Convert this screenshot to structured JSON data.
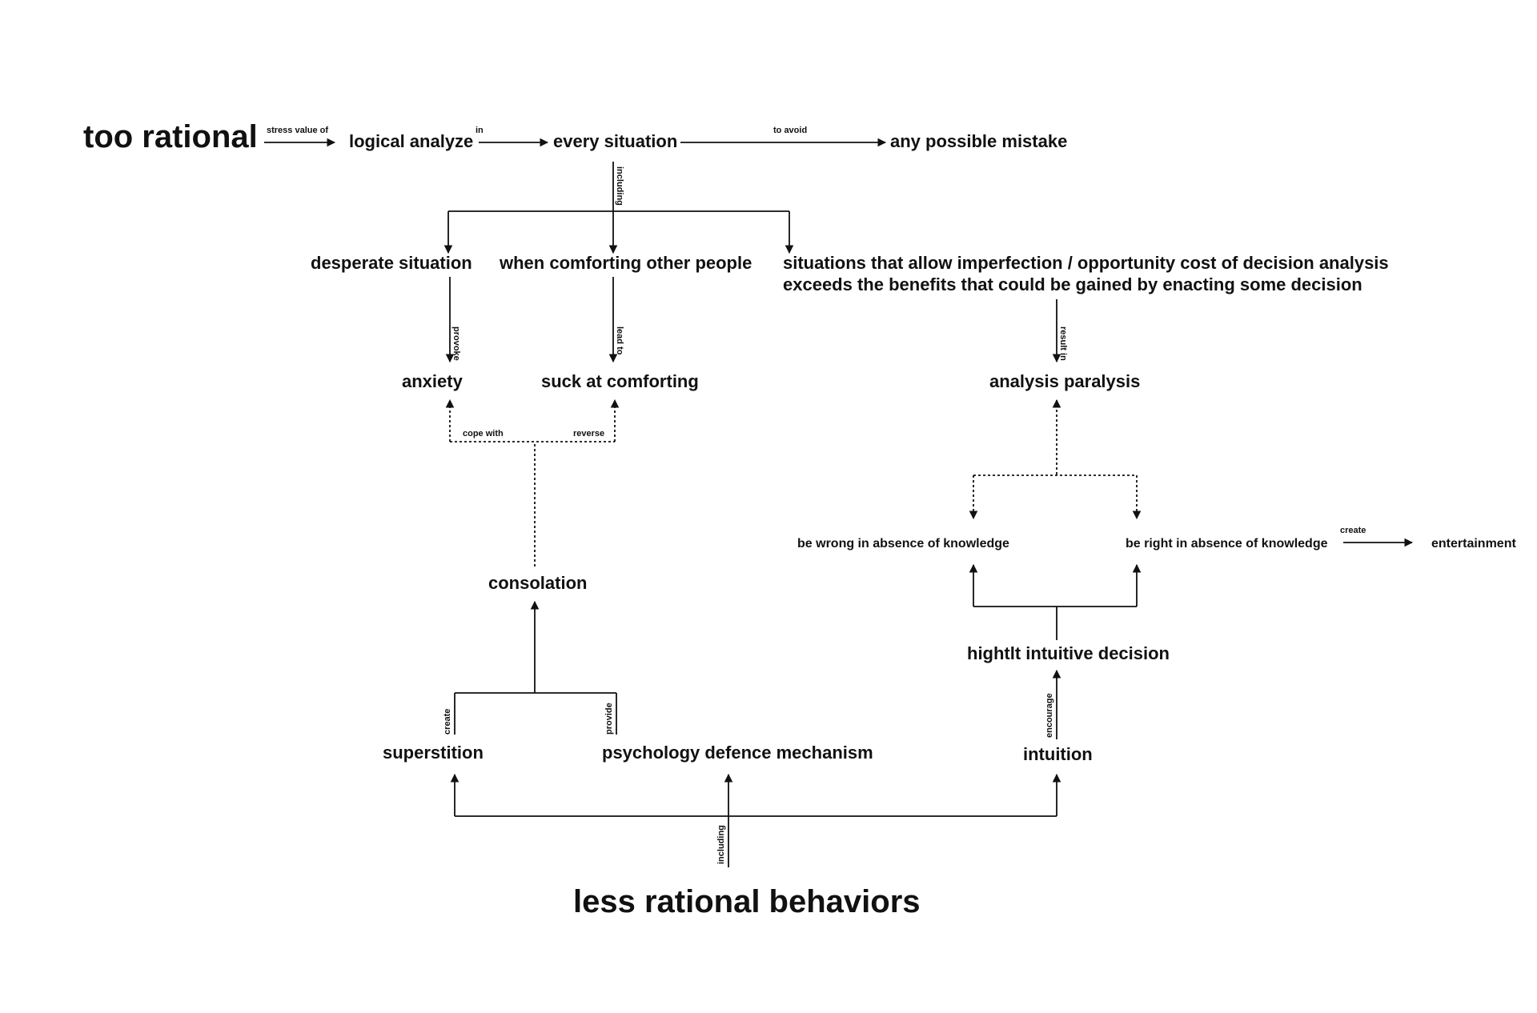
{
  "nodes": {
    "too_rational": "too rational",
    "logical_analyze": "logical analyze",
    "every_situation": "every situation",
    "any_possible_mistake": "any possible mistake",
    "desperate_situation": "desperate situation",
    "when_comforting": "when comforting other people",
    "situations_allow_line1": "situations that allow imperfection / opportunity cost of decision analysis",
    "situations_allow_line2": "exceeds the benefits that could be gained by enacting some decision",
    "anxiety": "anxiety",
    "suck_at_comforting": "suck at comforting",
    "analysis_paralysis": "analysis paralysis",
    "be_wrong": "be wrong in absence of knowledge",
    "be_right": "be right in absence of knowledge",
    "entertainment": "entertainment",
    "consolation": "consolation",
    "hightly_intuitive": "hightlt intuitive decision",
    "superstition": "superstition",
    "psych_defence": "psychology defence mechanism",
    "intuition": "intuition",
    "less_rational": "less rational behaviors"
  },
  "edge_labels": {
    "stress_value_of": "stress value of",
    "in": "in",
    "to_avoid": "to avoid",
    "including_top": "including",
    "provoke": "provoke",
    "lead_to": "lead to",
    "result_in": "result in",
    "cope_with": "cope with",
    "reverse": "reverse",
    "create_ent": "create",
    "create_sup": "create",
    "provide": "provide",
    "encourage": "encourage",
    "including_bottom": "including"
  },
  "colors": {
    "ink": "#111111",
    "background": "#ffffff"
  }
}
